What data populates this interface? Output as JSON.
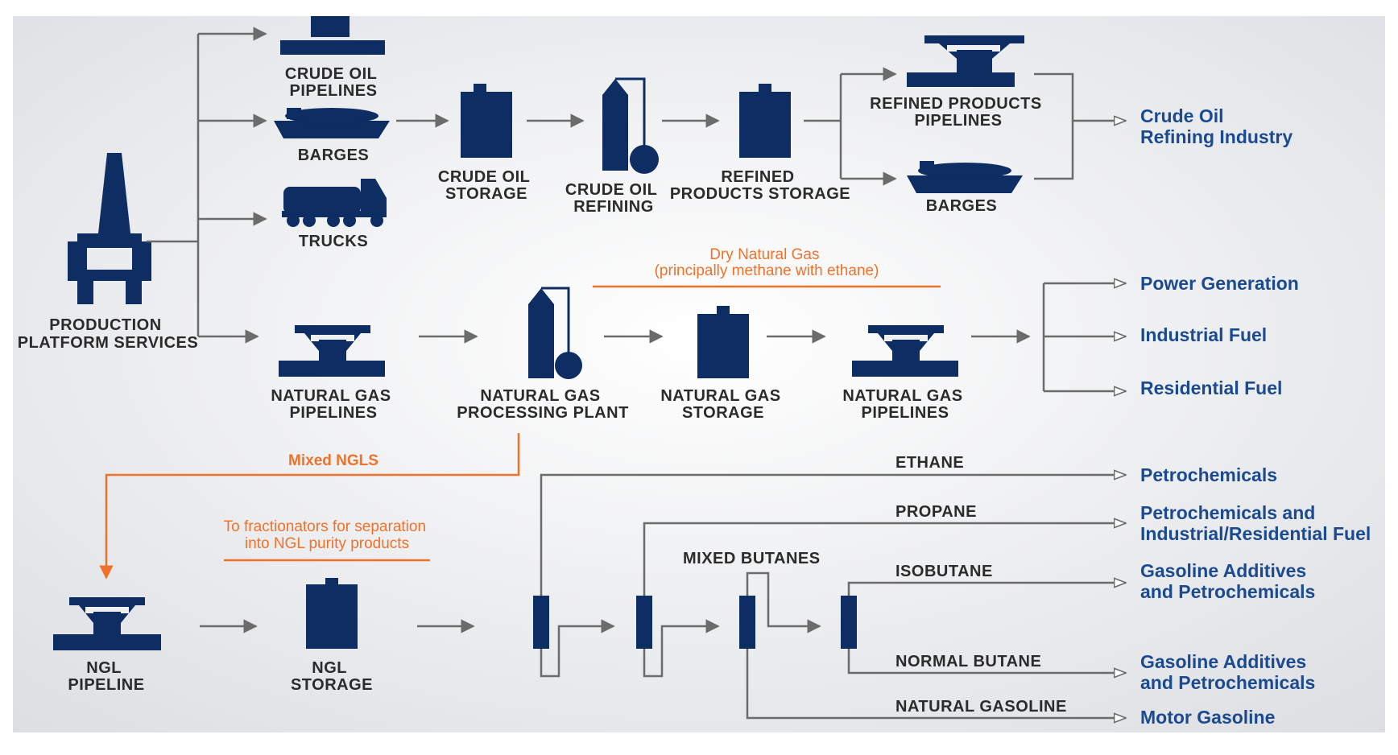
{
  "colors": {
    "navy": "#0d2d63",
    "line": "#6b6b6b",
    "orange": "#f0712a",
    "destination": "#1b4a8f",
    "label": "#2b2b2b"
  },
  "nodes": {
    "platform": [
      "PRODUCTION",
      "PLATFORM SERVICES"
    ],
    "crude_pipelines": [
      "CRUDE OIL",
      "PIPELINES"
    ],
    "barges_1": "BARGES",
    "trucks": "TRUCKS",
    "crude_storage": [
      "CRUDE OIL",
      "STORAGE"
    ],
    "crude_refining": [
      "CRUDE OIL",
      "REFINING"
    ],
    "refined_storage": [
      "REFINED",
      "PRODUCTS STORAGE"
    ],
    "refined_pipelines": [
      "REFINED PRODUCTS",
      "PIPELINES"
    ],
    "barges_2": "BARGES",
    "ng_pipelines_1": [
      "NATURAL GAS",
      "PIPELINES"
    ],
    "ng_plant": [
      "NATURAL GAS",
      "PROCESSING PLANT"
    ],
    "ng_storage": [
      "NATURAL GAS",
      "STORAGE"
    ],
    "ng_pipelines_2": [
      "NATURAL GAS",
      "PIPELINES"
    ],
    "ngl_pipeline": [
      "NGL",
      "PIPELINE"
    ],
    "ngl_storage": [
      "NGL",
      "STORAGE"
    ]
  },
  "annotations": {
    "dry_gas": [
      "Dry Natural Gas",
      "(principally methane with ethane)"
    ],
    "mixed_ngls": "Mixed NGLS",
    "fractionators": [
      "To fractionators for separation",
      "into NGL purity products"
    ]
  },
  "streams": {
    "ethane": "ETHANE",
    "propane": "PROPANE",
    "mixed_butanes": "MIXED BUTANES",
    "isobutane": "ISOBUTANE",
    "normal_butane": "NORMAL BUTANE",
    "natural_gasoline": "NATURAL GASOLINE"
  },
  "destinations": {
    "crude_refining_industry": [
      "Crude Oil",
      "Refining Industry"
    ],
    "power_generation": "Power Generation",
    "industrial_fuel": "Industrial Fuel",
    "residential_fuel": "Residential Fuel",
    "petrochemicals": "Petrochemicals",
    "petro_industrial": [
      "Petrochemicals and",
      "Industrial/Residential Fuel"
    ],
    "gasoline_additives_1": [
      "Gasoline Additives",
      "and Petrochemicals"
    ],
    "gasoline_additives_2": [
      "Gasoline Additives",
      "and Petrochemicals"
    ],
    "motor_gasoline": "Motor Gasoline"
  }
}
